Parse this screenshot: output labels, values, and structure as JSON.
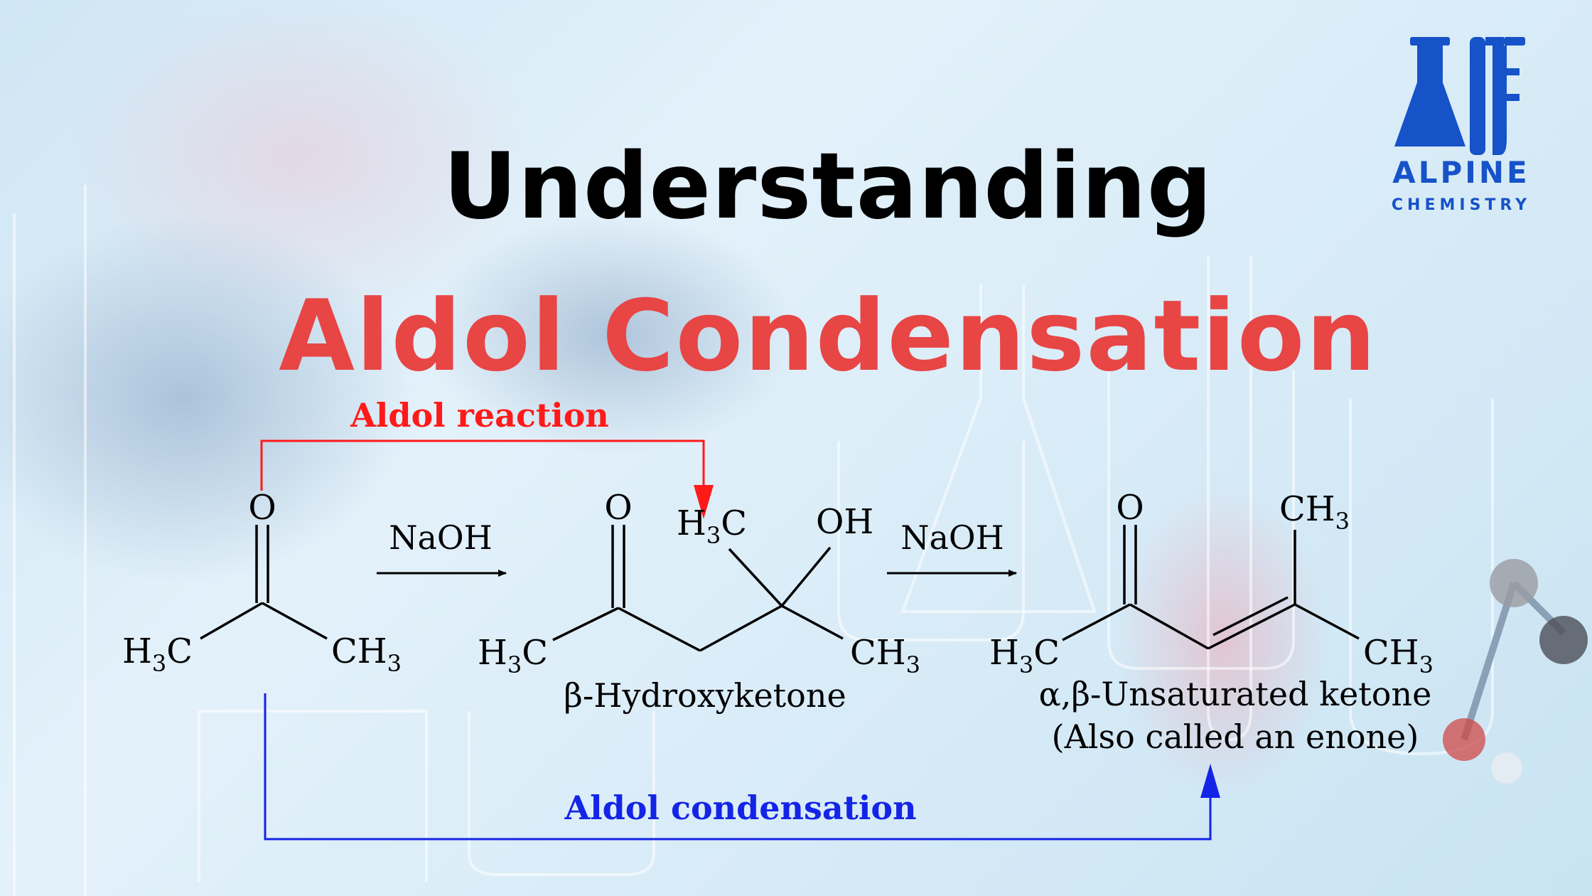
{
  "title": {
    "line1": "Understanding",
    "line2": "Aldol Condensation"
  },
  "logo": {
    "icon": "flask-test-tube-icon",
    "line1": "ALPINE",
    "line2": "CHEMISTRY",
    "color": "#1652c8"
  },
  "colors": {
    "title_accent": "#e84545",
    "aldol_reaction": "#ff1a1a",
    "aldol_condensation": "#1424e6",
    "structure": "#000000"
  },
  "scheme": {
    "aldol_reaction_label": "Aldol reaction",
    "aldol_condensation_label": "Aldol condensation",
    "reagent_1": "NaOH",
    "reagent_2": "NaOH",
    "acetone": {
      "o": "O",
      "left_group": {
        "main": "H",
        "sub": "3",
        "tail": "C"
      },
      "right_group": {
        "main": "CH",
        "sub": "3"
      }
    },
    "hydroxyketone": {
      "o": "O",
      "oh": "OH",
      "left_group": {
        "main": "H",
        "sub": "3",
        "tail": "C"
      },
      "top_group": {
        "main": "H",
        "sub": "3",
        "tail": "C"
      },
      "right_group": {
        "main": "CH",
        "sub": "3"
      },
      "name": "β-Hydroxyketone"
    },
    "enone": {
      "o": "O",
      "left_group": {
        "main": "H",
        "sub": "3",
        "tail": "C"
      },
      "top_group": {
        "main": "CH",
        "sub": "3"
      },
      "right_group": {
        "main": "CH",
        "sub": "3"
      },
      "name": "α,β-Unsaturated ketone",
      "note": "(Also called an enone)"
    }
  }
}
